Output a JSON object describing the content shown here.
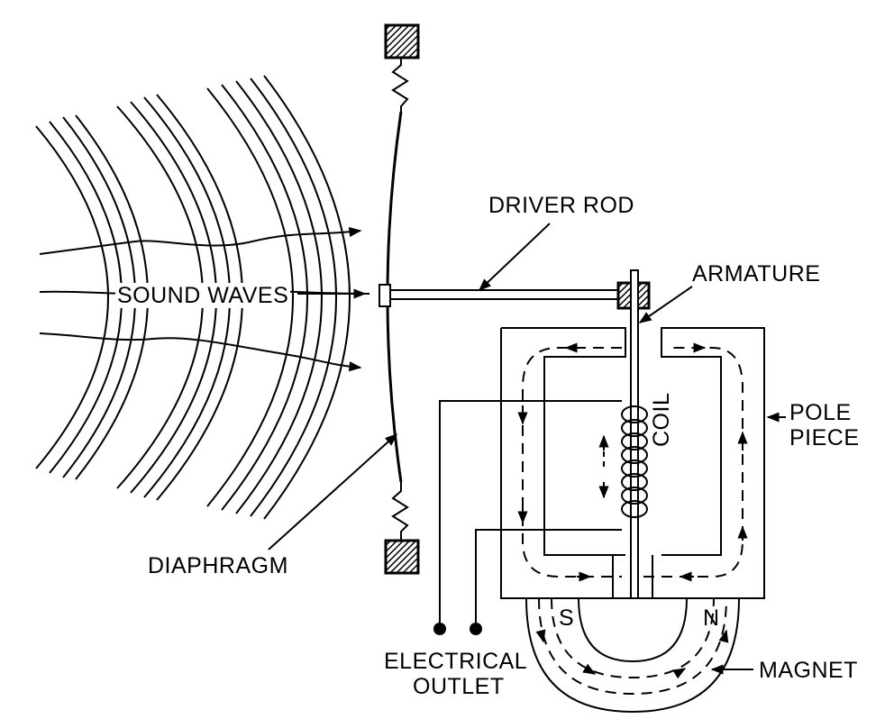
{
  "labels": {
    "driver_rod": "DRIVER ROD",
    "armature": "ARMATURE",
    "sound_waves": "SOUND WAVES",
    "pole_piece_line1": "POLE",
    "pole_piece_line2": "PIECE",
    "coil": "COIL",
    "diaphragm": "DIAPHRAGM",
    "south": "S",
    "north": "N",
    "electrical_outlet_line1": "ELECTRICAL",
    "electrical_outlet_line2": "OUTLET",
    "magnet": "MAGNET"
  }
}
